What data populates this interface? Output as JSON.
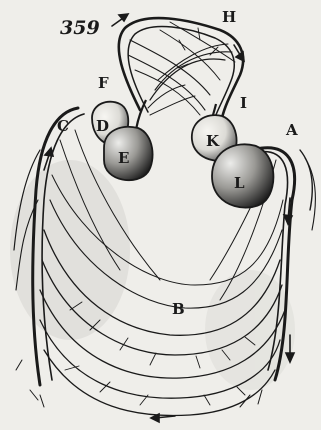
{
  "figure": {
    "number": "359",
    "labels": {
      "A": "A",
      "B": "B",
      "C": "C",
      "D": "D",
      "E": "E",
      "F": "F",
      "H": "H",
      "I": "I",
      "K": "K",
      "L": "L"
    },
    "colors": {
      "background": "#efeeea",
      "ink": "#1a1a1a",
      "organ_fill": "#f5f4f0",
      "shading": "#c8c7c2"
    },
    "arrows": [
      "arrow-top-left",
      "arrow-top-right",
      "arrow-left-up",
      "arrow-right-down-upper",
      "arrow-right-down-lower",
      "arrow-bottom-left"
    ]
  }
}
